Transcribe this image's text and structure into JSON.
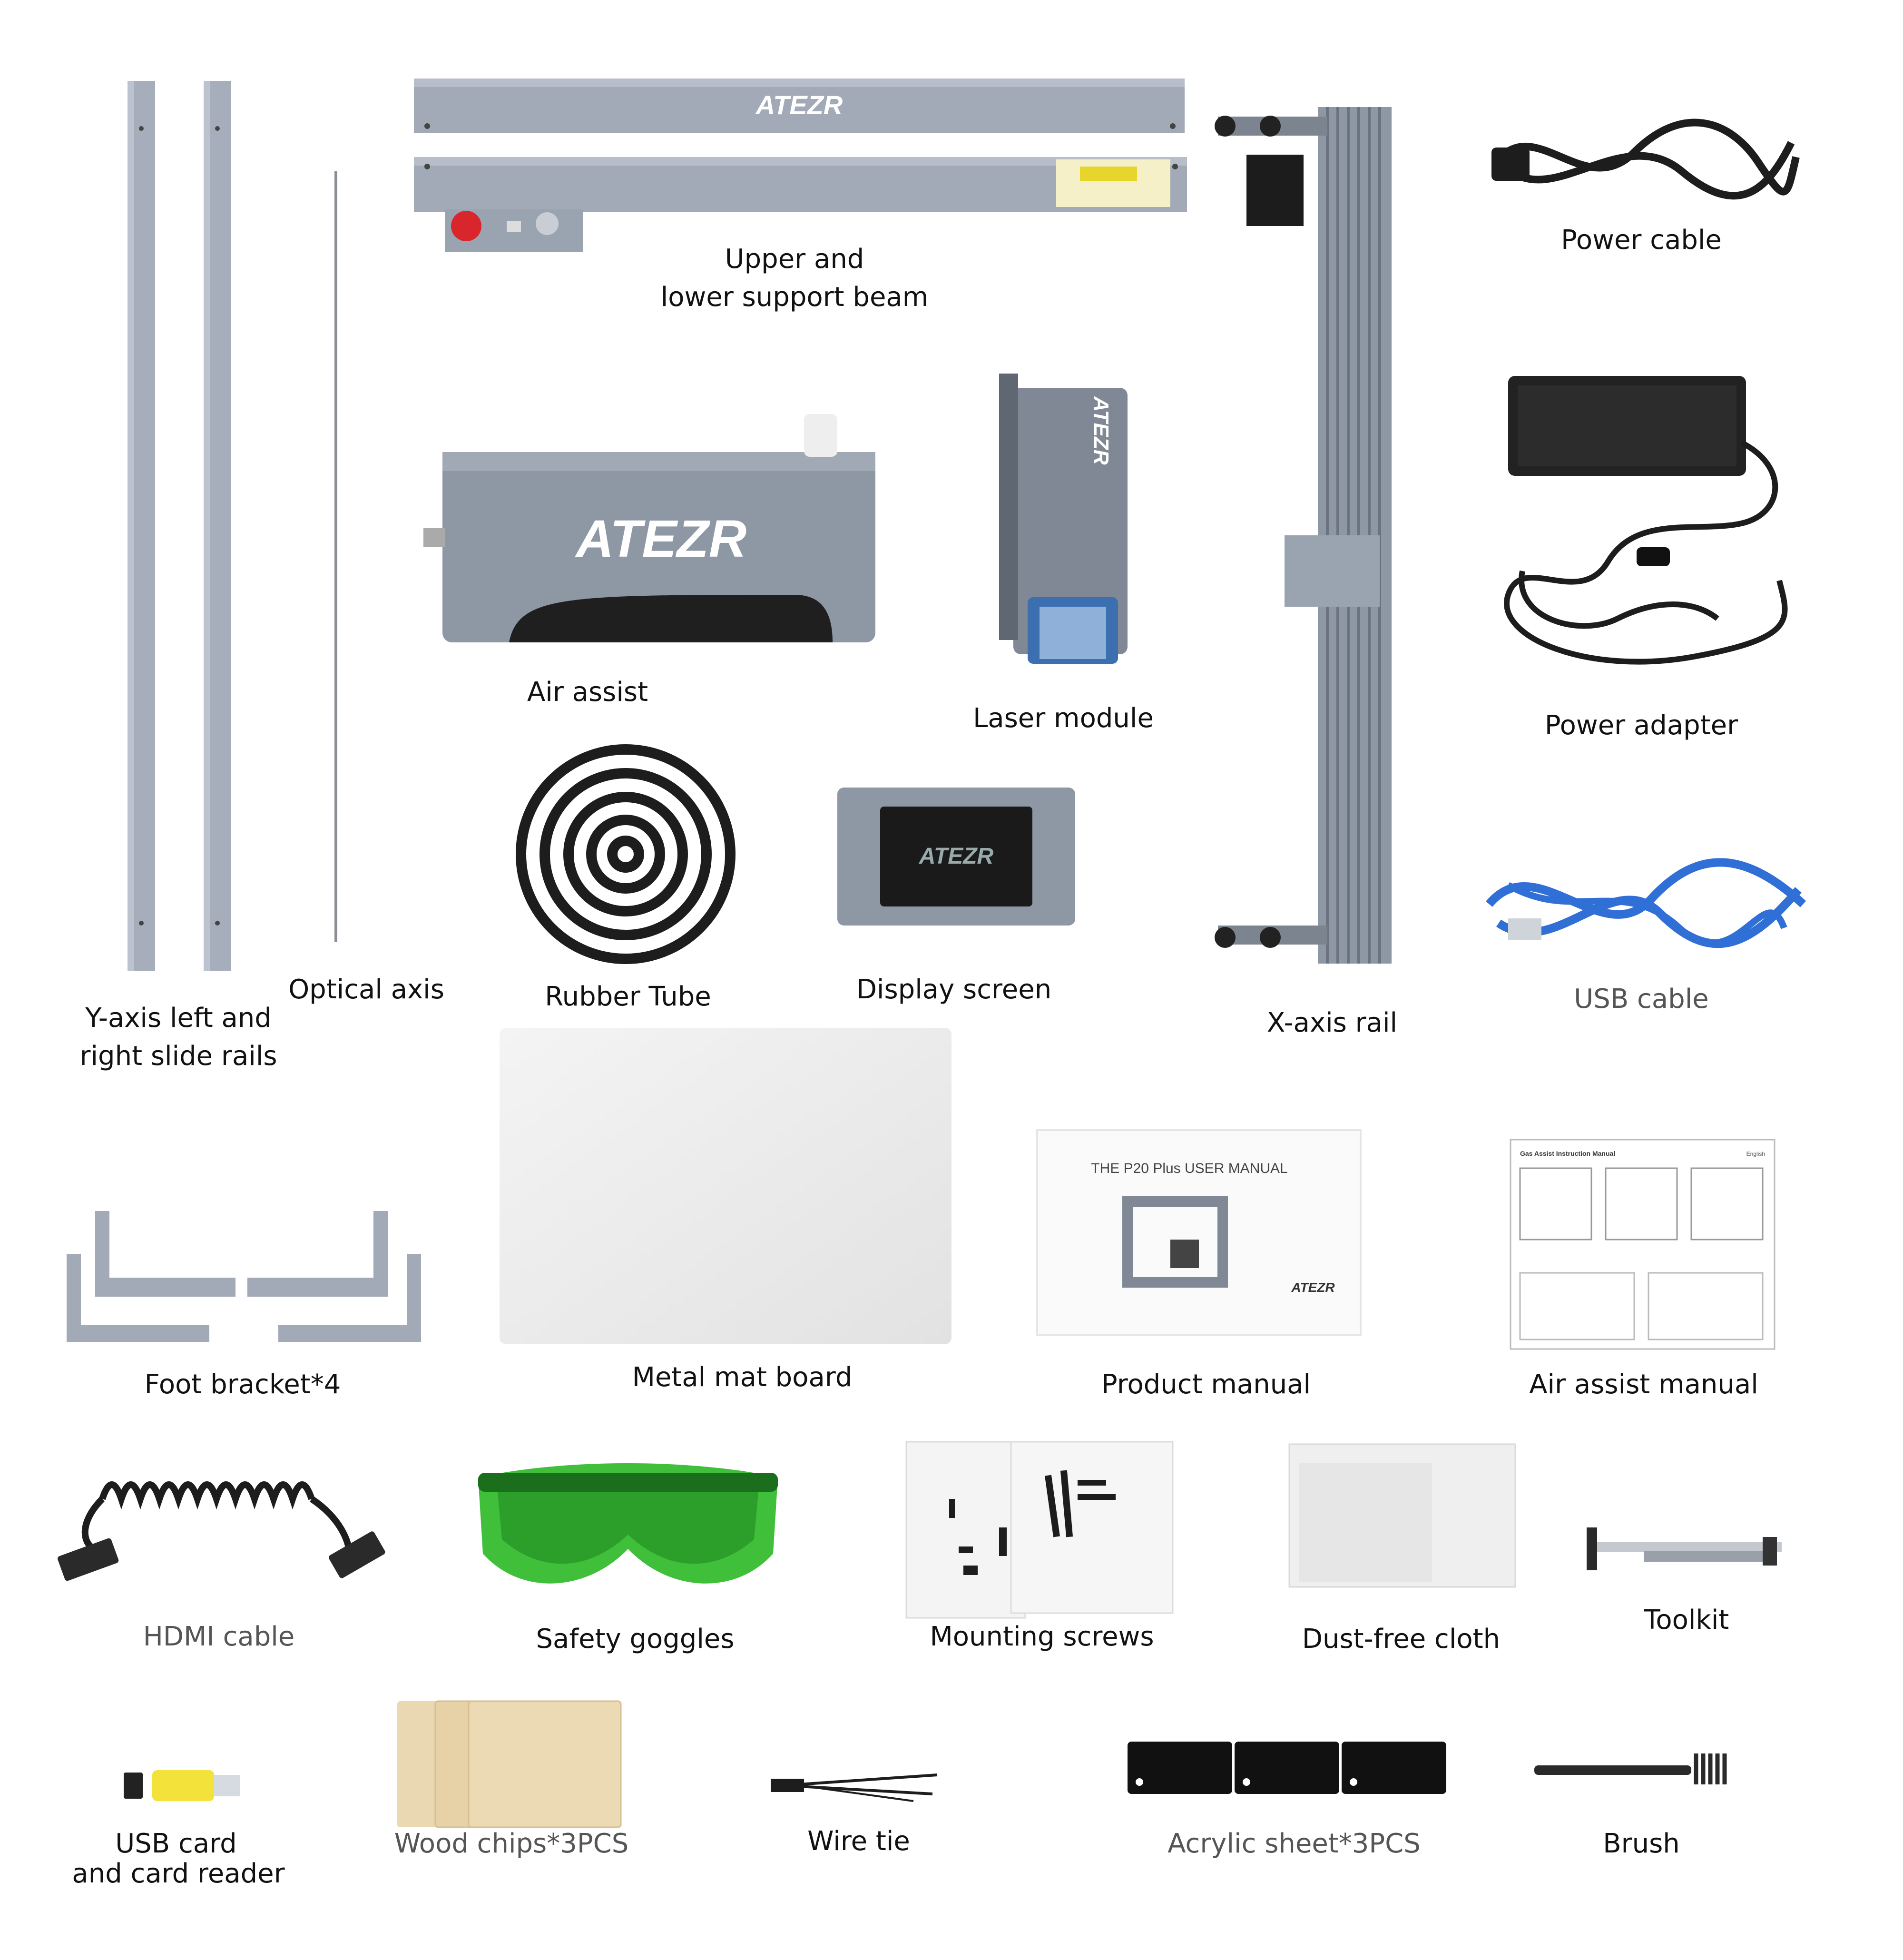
{
  "brand": {
    "logo_text": "ATEZR"
  },
  "parts": {
    "y_rails": {
      "line1": "Y-axis left and",
      "line2": "right slide rails"
    },
    "optical_axis": {
      "label": "Optical axis"
    },
    "beam": {
      "line1": "Upper and",
      "line2": "lower support beam"
    },
    "x_rail": {
      "label": "X-axis rail"
    },
    "power_cable": {
      "label": "Power cable"
    },
    "power_adapter": {
      "label": "Power  adapter"
    },
    "usb_cable": {
      "label": "USB cable"
    },
    "air_assist": {
      "label": "Air  assist"
    },
    "laser_module": {
      "label": "Laser module"
    },
    "rubber_tube": {
      "label": "Rubber Tube"
    },
    "display_screen": {
      "label": "Display screen"
    },
    "foot_bracket": {
      "label": "Foot bracket*4"
    },
    "metal_mat": {
      "label": "Metal mat board"
    },
    "product_manual": {
      "label": "Product manual",
      "cover_title": "THE P20 Plus USER MANUAL"
    },
    "air_assist_manual": {
      "label": "Air assist manual",
      "doc_title": "Gas Assist Instruction Manual",
      "doc_lang": "English"
    },
    "hdmi_cable": {
      "label": "HDMI cable"
    },
    "safety_goggles": {
      "label": "Safety goggles"
    },
    "mounting_screws": {
      "label": "Mounting screws"
    },
    "dust_cloth": {
      "label": "Dust-free cloth"
    },
    "toolkit": {
      "label": "Toolkit"
    },
    "usb_card": {
      "line1": "USB card",
      "line2": "and card reader"
    },
    "wood_chips": {
      "label": "Wood chips*3PCS"
    },
    "wire_tie": {
      "label": "Wire tie"
    },
    "acrylic_sheet": {
      "label": "Acrylic sheet*3PCS"
    },
    "brush": {
      "label": "Brush"
    }
  },
  "colors": {
    "aluminum": "#9aa3b0",
    "aluminum_dark": "#6f7784",
    "cable_black": "#1d1d1d",
    "usb_blue": "#2f6fd6",
    "goggles_green": "#3fbf3a",
    "reader_yellow": "#f2e23a",
    "wood": "#e7d2a8",
    "estop_red": "#d8262c"
  }
}
